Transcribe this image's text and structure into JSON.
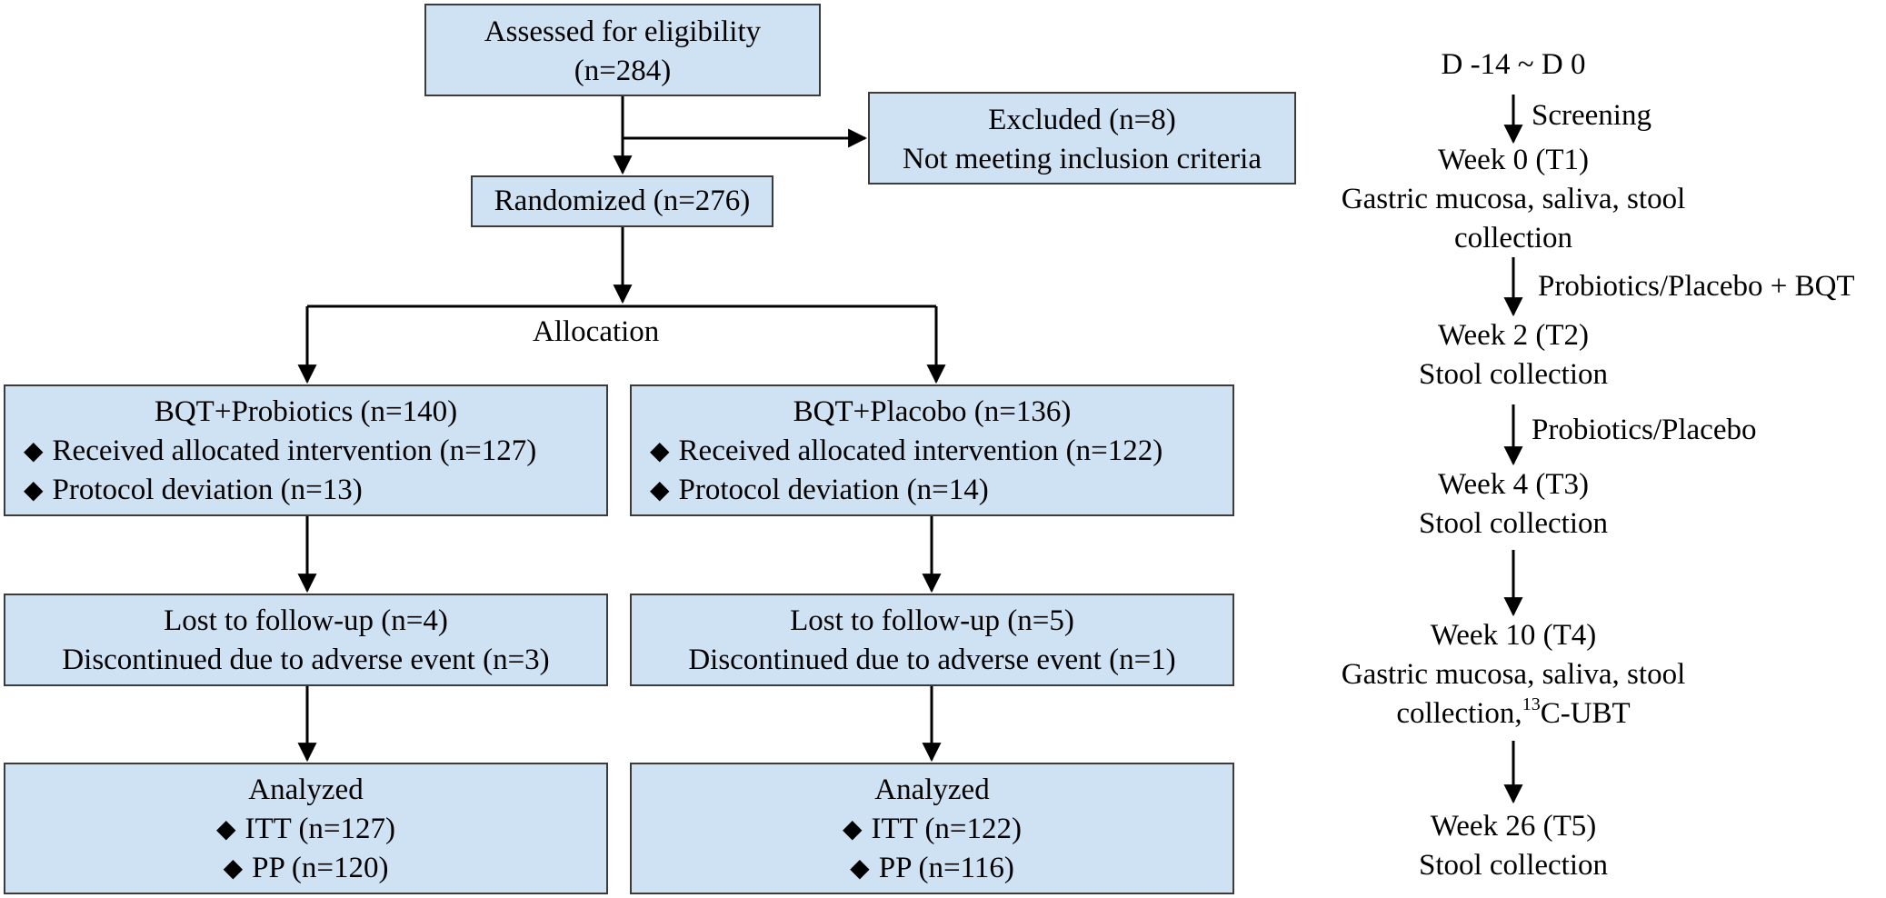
{
  "flow": {
    "assessed": {
      "title": "Assessed for eligibility",
      "count": "(n=284)"
    },
    "excluded": {
      "title": "Excluded (n=8)",
      "reason": "Not meeting inclusion criteria"
    },
    "randomized": {
      "title": "Randomized (n=276)"
    },
    "allocation_label": "Allocation",
    "arm_probiotics": {
      "title": "BQT+Probiotics (n=140)",
      "received": "Received allocated intervention (n=127)",
      "deviation": "Protocol deviation (n=13)",
      "lost": "Lost to follow-up (n=4)",
      "discontinued": "Discontinued due to adverse event (n=3)",
      "analyzed": "Analyzed",
      "itt": "ITT (n=127)",
      "pp": "PP (n=120)"
    },
    "arm_placebo": {
      "title": "BQT+Placobo (n=136)",
      "received": "Received allocated intervention (n=122)",
      "deviation": "Protocol deviation (n=14)",
      "lost": "Lost to follow-up (n=5)",
      "discontinued": "Discontinued due to adverse event (n=1)",
      "analyzed": "Analyzed",
      "itt": "ITT (n=122)",
      "pp": "PP (n=116)"
    },
    "bullet_glyph": "◆"
  },
  "timeline": {
    "start": "D -14 ~ D 0",
    "step_screening": "Screening",
    "t1": {
      "title": "Week 0 (T1)",
      "line1": "Gastric mucosa, saliva, stool",
      "line2": "collection"
    },
    "step_treatment": "Probiotics/Placebo + BQT",
    "t2": {
      "title": "Week 2 (T2)",
      "line1": "Stool collection"
    },
    "step_probiotics": "Probiotics/Placebo",
    "t3": {
      "title": "Week 4 (T3)",
      "line1": "Stool collection"
    },
    "t4": {
      "title": "Week 10 (T4)",
      "line1": "Gastric mucosa, saliva, stool",
      "line2_pre": "collection,",
      "line2_sup": "13",
      "line2_post": "C-UBT"
    },
    "t5": {
      "title": "Week 26 (T5)",
      "line1": "Stool collection"
    }
  },
  "colors": {
    "box_fill": "#cfe2f3",
    "box_border": "#3b3b3b",
    "line": "#000000"
  }
}
